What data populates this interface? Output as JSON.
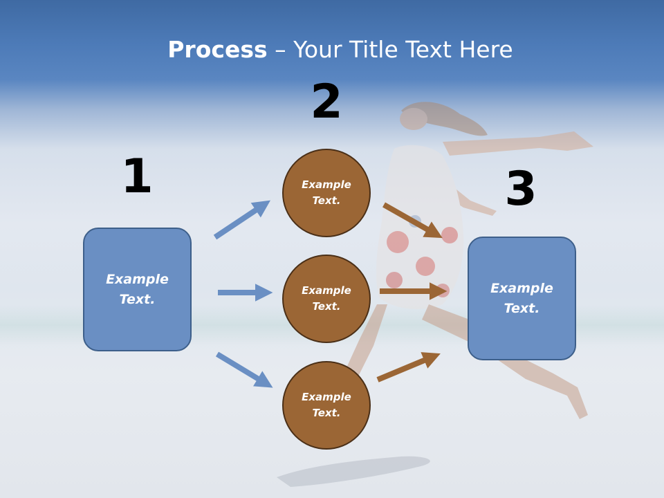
{
  "title": {
    "bold": "Process",
    "rest": " – Your Title Text Here"
  },
  "steps": [
    {
      "number": "1",
      "boxes": [
        "Example\nText."
      ]
    },
    {
      "number": "2",
      "circles": [
        "Example\nText.",
        "Example\nText.",
        "Example\nText."
      ]
    },
    {
      "number": "3",
      "boxes": [
        "Example\nText."
      ]
    }
  ],
  "colors": {
    "blue_box": "#6a8fc3",
    "brown_circle": "#9b6635",
    "blue_arrow": "#6a8fc3",
    "brown_arrow": "#9b6635"
  }
}
